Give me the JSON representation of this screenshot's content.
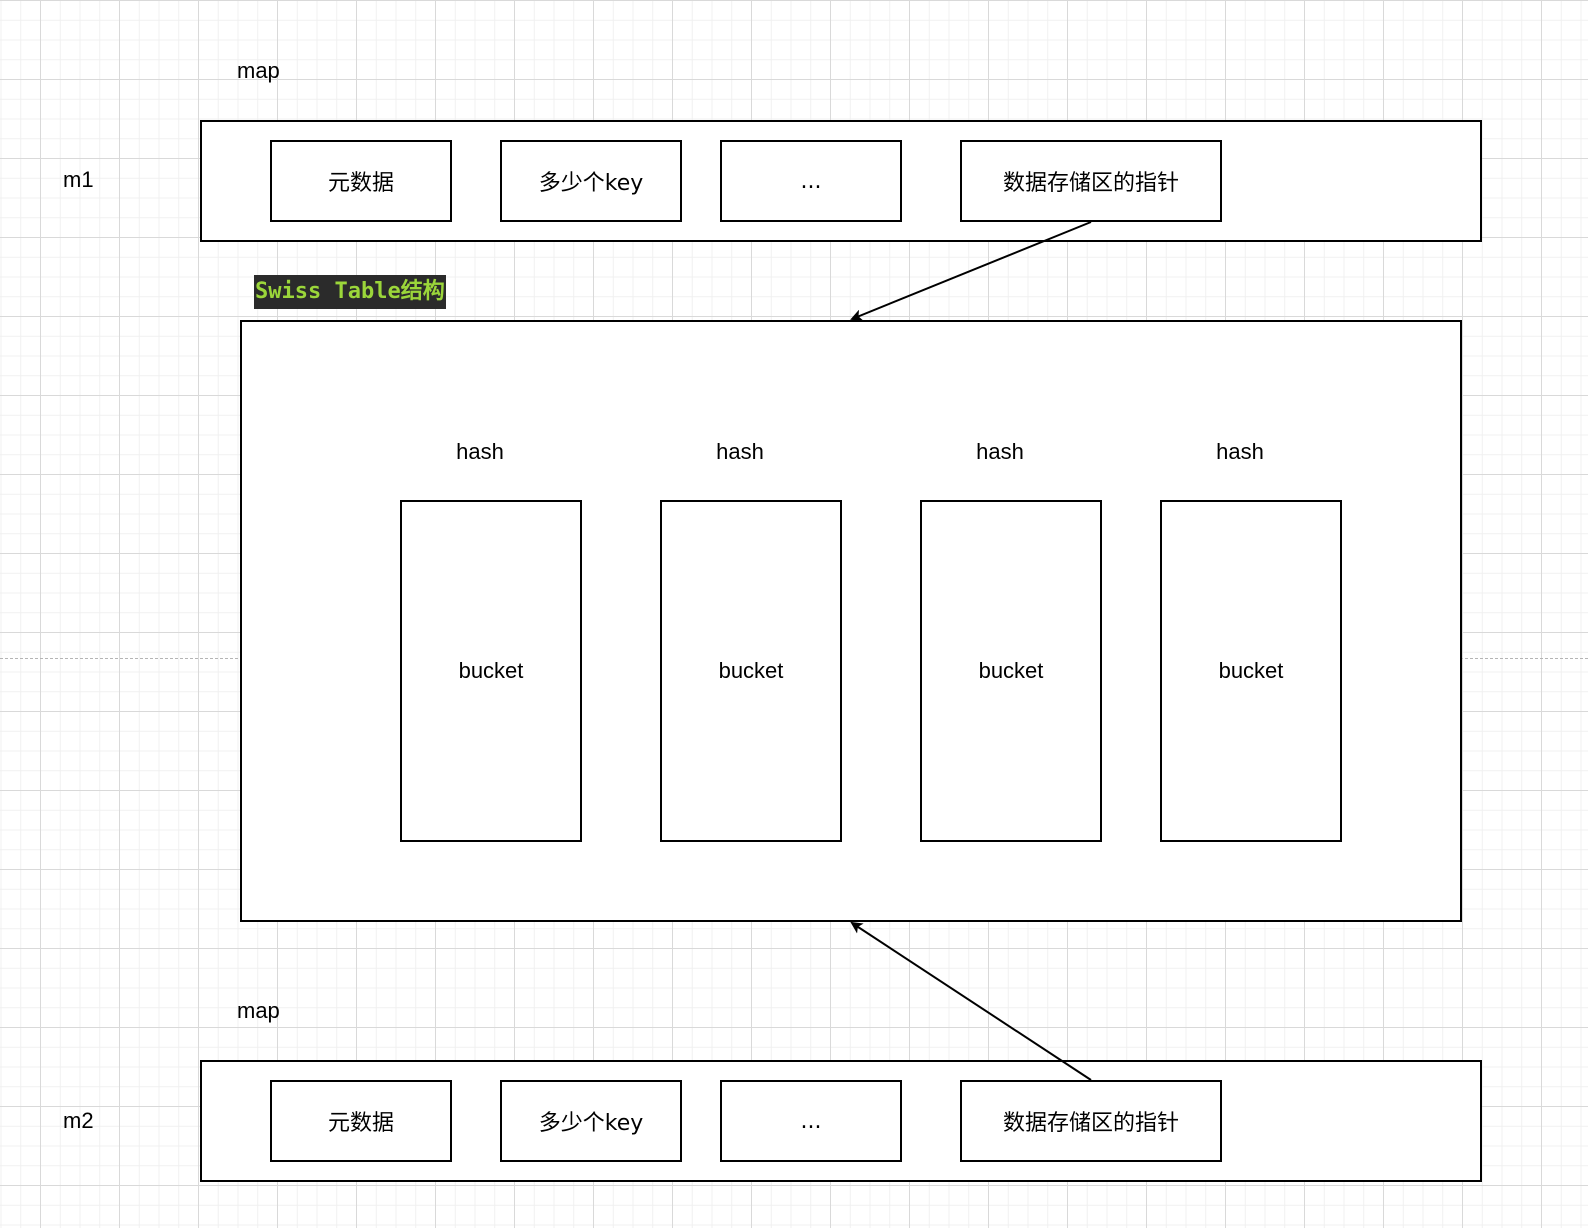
{
  "maps": [
    {
      "title": "map",
      "name": "m1",
      "fields": [
        "元数据",
        "多少个key",
        "...",
        "数据存储区的指针"
      ]
    },
    {
      "title": "map",
      "name": "m2",
      "fields": [
        "元数据",
        "多少个key",
        "...",
        "数据存储区的指针"
      ]
    }
  ],
  "swiss_table": {
    "label": "Swiss Table结构",
    "label_colors": {
      "background": "#2b2b2b",
      "text": "#9bd63a"
    },
    "hash_labels": [
      "hash",
      "hash",
      "hash",
      "hash"
    ],
    "buckets": [
      "bucket",
      "bucket",
      "bucket",
      "bucket"
    ]
  }
}
